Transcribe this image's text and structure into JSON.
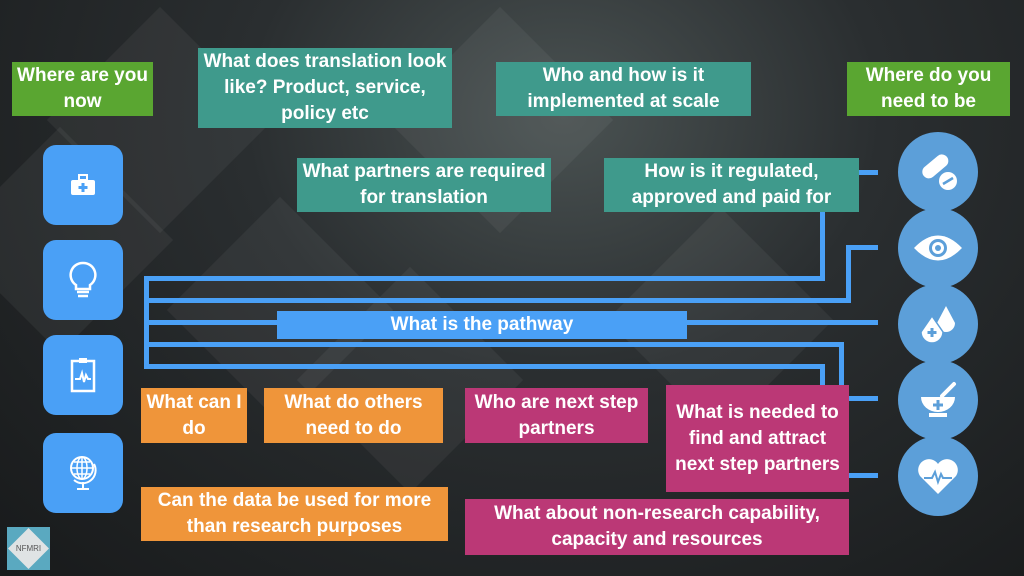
{
  "header": {
    "where_now": "Where are you now",
    "translation_look": "What does translation look like?  Product, service, policy etc",
    "implemented": "Who and how is it implemented at scale",
    "where_need": "Where do you need to be",
    "partners_required": "What partners are required for translation",
    "regulated": "How is it regulated, approved  and paid for"
  },
  "pathway": "What is the pathway",
  "bottom": {
    "what_can_i_do": "What can I do",
    "others_need": "What do others need to do",
    "next_step_partners": "Who are next step partners",
    "attract_partners": "What is needed to find and attract next step partners",
    "data_used": "Can the data be used for more than research purposes",
    "non_research": "What about non-research capability, capacity and resources"
  },
  "logo": "NFMRI",
  "left_icons": [
    "first-aid-kit-icon",
    "lightbulb-icon",
    "clipboard-chart-icon",
    "globe-icon"
  ],
  "right_icons": [
    "pills-icon",
    "eye-icon",
    "blood-drops-icon",
    "mortar-pestle-icon",
    "heart-pulse-icon"
  ],
  "colors": {
    "green": "#5aa631",
    "teal": "#3f9a8c",
    "orange": "#ef953a",
    "pink": "#bb3876",
    "blue": "#4aa0f6",
    "circle": "#5c9fd9"
  }
}
